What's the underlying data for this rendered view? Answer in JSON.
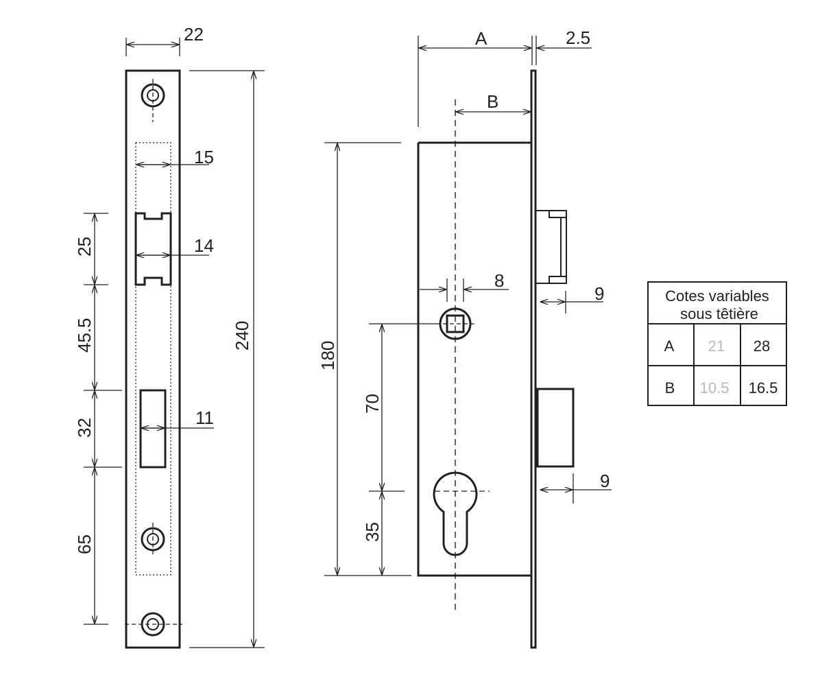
{
  "front_view": {
    "dims": {
      "width": "22",
      "height": "240",
      "latch_zone_width": "15",
      "latch_width": "14",
      "latch_height": "25",
      "gap_latch_bolt": "45.5",
      "bolt_height": "32",
      "bolt_width": "11",
      "gap_bolt_screw": "65"
    }
  },
  "side_view": {
    "dims": {
      "backset_label": "A",
      "faceplate": "2.5",
      "axis_label": "B",
      "case_height": "180",
      "spindle": "8",
      "latch_projection": "9",
      "center_distance": "70",
      "cylinder_offset": "35",
      "bolt_projection": "9"
    }
  },
  "table": {
    "title_line1": "Cotes variables",
    "title_line2": "sous têtière",
    "rows": [
      {
        "label": "A",
        "value_inactive": "21",
        "value_active": "28"
      },
      {
        "label": "B",
        "value_inactive": "10.5",
        "value_active": "16.5"
      }
    ],
    "inactive_color": "#b9b9b9",
    "active_color": "#231f20"
  }
}
